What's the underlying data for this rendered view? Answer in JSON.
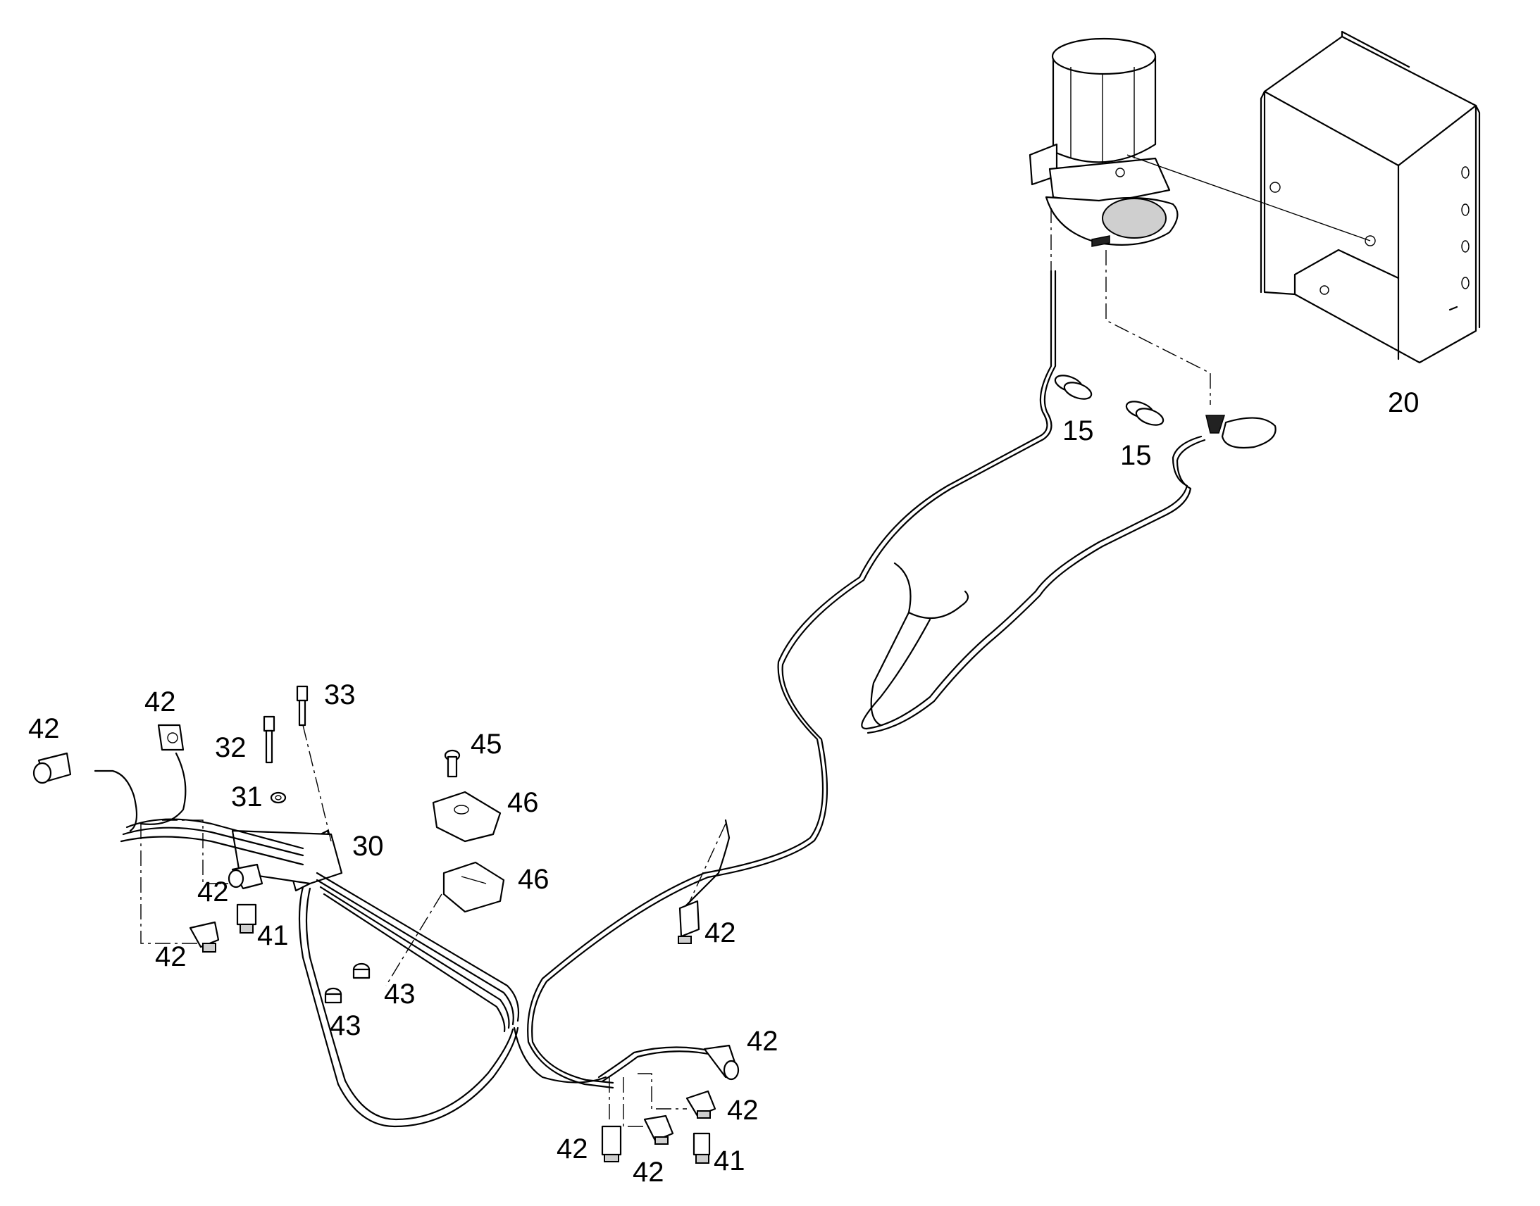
{
  "callouts": [
    {
      "label": "20"
    },
    {
      "label": "15"
    },
    {
      "label": "15"
    },
    {
      "label": "42"
    },
    {
      "label": "42"
    },
    {
      "label": "33"
    },
    {
      "label": "32"
    },
    {
      "label": "31"
    },
    {
      "label": "45"
    },
    {
      "label": "46"
    },
    {
      "label": "30"
    },
    {
      "label": "46"
    },
    {
      "label": "42"
    },
    {
      "label": "41"
    },
    {
      "label": "42"
    },
    {
      "label": "43"
    },
    {
      "label": "43"
    },
    {
      "label": "42"
    },
    {
      "label": "42"
    },
    {
      "label": "42"
    },
    {
      "label": "42"
    },
    {
      "label": "42"
    },
    {
      "label": "41"
    }
  ]
}
